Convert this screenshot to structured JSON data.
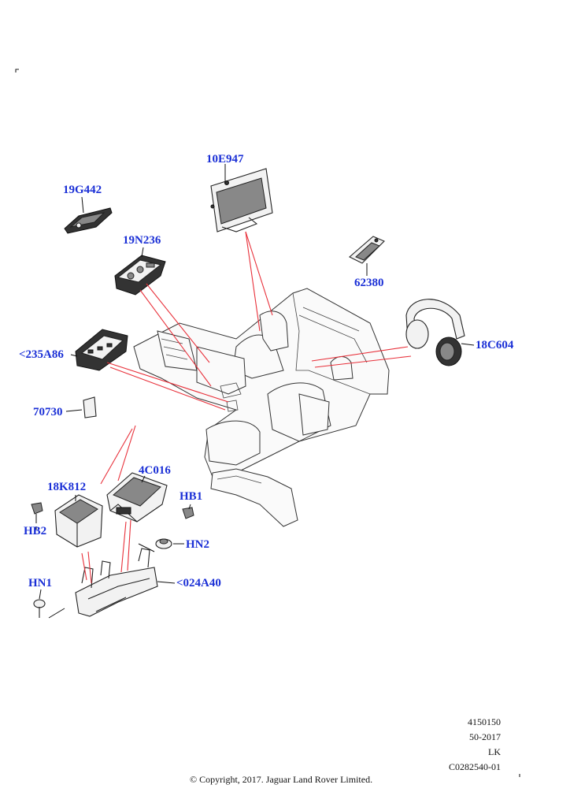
{
  "diagram": {
    "callouts": [
      {
        "id": "10E947",
        "label": "10E947"
      },
      {
        "id": "19G442",
        "label": "19G442"
      },
      {
        "id": "19N236",
        "label": "19N236"
      },
      {
        "id": "62380",
        "label": "62380"
      },
      {
        "id": "18C604",
        "label": "18C604"
      },
      {
        "id": "235A86",
        "label": "<235A86"
      },
      {
        "id": "70730",
        "label": "70730"
      },
      {
        "id": "4C016",
        "label": "4C016"
      },
      {
        "id": "18K812",
        "label": "18K812"
      },
      {
        "id": "HB1",
        "label": "HB1"
      },
      {
        "id": "HB2",
        "label": "HB2"
      },
      {
        "id": "HN2",
        "label": "HN2"
      },
      {
        "id": "HN1",
        "label": "HN1"
      },
      {
        "id": "024A40",
        "label": "<024A40"
      }
    ]
  },
  "footer": {
    "ref_lines": [
      "4150150",
      "50-2017",
      "LK",
      "C0282540-01"
    ],
    "copyright": "© Copyright, 2017. Jaguar Land Rover Limited."
  }
}
